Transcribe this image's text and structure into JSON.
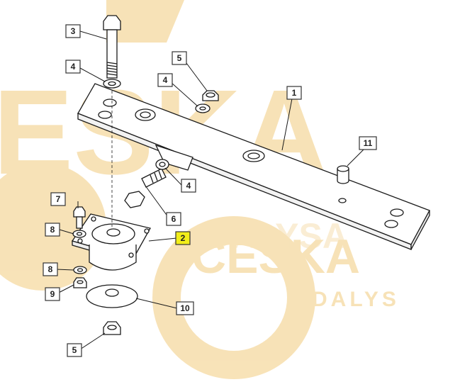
{
  "watermark": {
    "brand_large": "ESKA",
    "brand_mid": "CESKA",
    "sub": "DALYS",
    "brand_right": "DALYSA",
    "color": "#f5d9a0"
  },
  "callouts": [
    {
      "id": "c3",
      "label": "3",
      "highlight": false
    },
    {
      "id": "c4a",
      "label": "4",
      "highlight": false
    },
    {
      "id": "c5a",
      "label": "5",
      "highlight": false
    },
    {
      "id": "c4b",
      "label": "4",
      "highlight": false
    },
    {
      "id": "c1",
      "label": "1",
      "highlight": false
    },
    {
      "id": "c11",
      "label": "11",
      "highlight": false
    },
    {
      "id": "c4c",
      "label": "4",
      "highlight": false
    },
    {
      "id": "c7",
      "label": "7",
      "highlight": false
    },
    {
      "id": "c6",
      "label": "6",
      "highlight": false
    },
    {
      "id": "c8a",
      "label": "8",
      "highlight": false
    },
    {
      "id": "c2",
      "label": "2",
      "highlight": true
    },
    {
      "id": "c8b",
      "label": "8",
      "highlight": false
    },
    {
      "id": "c9",
      "label": "9",
      "highlight": false
    },
    {
      "id": "c10",
      "label": "10",
      "highlight": false
    },
    {
      "id": "c5b",
      "label": "5",
      "highlight": false
    }
  ],
  "colors": {
    "line": "#1a1a1a",
    "callout_bg": "#ffffff",
    "callout_highlight_bg": "#f2ee1a",
    "callout_border": "#333333"
  }
}
